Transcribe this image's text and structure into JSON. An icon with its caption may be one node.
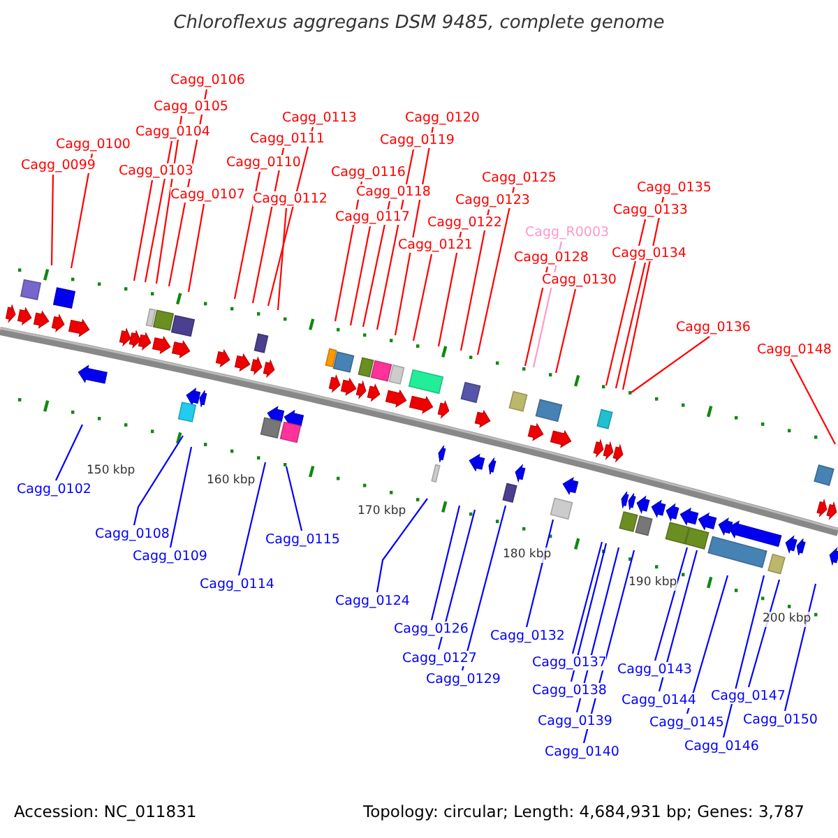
{
  "diagram": {
    "title": "Chloroflexus aggregans DSM 9485, complete genome",
    "nodes": [
      {
        "text": [
          "Cagg_0099"
        ]
      },
      {
        "text": [
          "Cagg_0100"
        ]
      },
      {
        "text": [
          "Cagg_0103"
        ]
      },
      {
        "text": [
          "Cagg_0104"
        ]
      },
      {
        "text": [
          "Cagg_0105"
        ]
      },
      {
        "text": [
          "Cagg_0106"
        ]
      },
      {
        "text": [
          "Cagg_0107"
        ]
      },
      {
        "text": [
          "Cagg_0110"
        ]
      },
      {
        "text": [
          "Cagg_0111"
        ]
      },
      {
        "text": [
          "Cagg_0112"
        ]
      },
      {
        "text": [
          "Cagg_0113"
        ]
      },
      {
        "text": [
          "Cagg_0116"
        ]
      },
      {
        "text": [
          "Cagg_0117"
        ]
      },
      {
        "text": [
          "Cagg_0118"
        ]
      },
      {
        "text": [
          "Cagg_0119"
        ]
      },
      {
        "text": [
          "Cagg_0120"
        ]
      },
      {
        "text": [
          "Cagg_0121"
        ]
      },
      {
        "text": [
          "Cagg_0122"
        ]
      },
      {
        "text": [
          "Cagg_0123"
        ]
      },
      {
        "text": [
          "Cagg_0125"
        ]
      },
      {
        "text": [
          "Cagg_R0003"
        ]
      },
      {
        "text": [
          "Cagg_0128"
        ]
      },
      {
        "text": [
          "Cagg_0130"
        ]
      },
      {
        "text": [
          "Cagg_0133"
        ]
      },
      {
        "text": [
          "Cagg_0134"
        ]
      },
      {
        "text": [
          "Cagg_0135"
        ]
      },
      {
        "text": [
          "Cagg_0136"
        ]
      },
      {
        "text": [
          "Cagg_0148"
        ]
      },
      {
        "text": [
          "Cagg_0102"
        ]
      },
      {
        "text": [
          "Cagg_0108"
        ]
      },
      {
        "text": [
          "Cagg_0109"
        ]
      },
      {
        "text": [
          "Cagg_0114"
        ]
      },
      {
        "text": [
          "Cagg_0115"
        ]
      },
      {
        "text": [
          "Cagg_0124"
        ]
      },
      {
        "text": [
          "Cagg_0126"
        ]
      },
      {
        "text": [
          "Cagg_0127"
        ]
      },
      {
        "text": [
          "Cagg_0129"
        ]
      },
      {
        "text": [
          "Cagg_0132"
        ]
      },
      {
        "text": [
          "Cagg_0137"
        ]
      },
      {
        "text": [
          "Cagg_0138"
        ]
      },
      {
        "text": [
          "Cagg_0139"
        ]
      },
      {
        "text": [
          "Cagg_0140"
        ]
      },
      {
        "text": [
          "Cagg_0143"
        ]
      },
      {
        "text": [
          "Cagg_0144"
        ]
      },
      {
        "text": [
          "Cagg_0145"
        ]
      },
      {
        "text": [
          "Cagg_0146"
        ]
      },
      {
        "text": [
          "Cagg_0147"
        ]
      },
      {
        "text": [
          "Cagg_0150"
        ]
      }
    ],
    "edges": [
      {
        "from": 0,
        "to": null,
        "arrow": "none"
      },
      {
        "from": 1,
        "to": null,
        "arrow": "none"
      },
      {
        "from": 2,
        "to": null,
        "arrow": "none"
      },
      {
        "from": 3,
        "to": null,
        "arrow": "none"
      },
      {
        "from": 4,
        "to": null,
        "arrow": "none"
      },
      {
        "from": 5,
        "to": null,
        "arrow": "none"
      },
      {
        "from": 6,
        "to": null,
        "arrow": "none"
      },
      {
        "from": 7,
        "to": null,
        "arrow": "none"
      },
      {
        "from": 8,
        "to": null,
        "arrow": "none"
      },
      {
        "from": 9,
        "to": null,
        "arrow": "none"
      },
      {
        "from": 10,
        "to": null,
        "arrow": "none"
      },
      {
        "from": 11,
        "to": null,
        "arrow": "none"
      },
      {
        "from": 12,
        "to": null,
        "arrow": "none"
      },
      {
        "from": 13,
        "to": null,
        "arrow": "none"
      },
      {
        "from": 14,
        "to": null,
        "arrow": "none"
      },
      {
        "from": 15,
        "to": null,
        "arrow": "none"
      },
      {
        "from": 16,
        "to": null,
        "arrow": "none"
      },
      {
        "from": 17,
        "to": null,
        "arrow": "none"
      },
      {
        "from": 18,
        "to": null,
        "arrow": "none"
      },
      {
        "from": 19,
        "to": null,
        "arrow": "none"
      },
      {
        "from": 20,
        "to": null,
        "arrow": "none",
        "color": "#ff99cc"
      },
      {
        "from": 21,
        "to": null,
        "arrow": "none"
      },
      {
        "from": 22,
        "to": null,
        "arrow": "none"
      },
      {
        "from": 23,
        "to": null,
        "arrow": "none"
      },
      {
        "from": 24,
        "to": null,
        "arrow": "none"
      },
      {
        "from": 25,
        "to": null,
        "arrow": "none"
      },
      {
        "from": 26,
        "to": null,
        "arrow": "none"
      },
      {
        "from": 27,
        "to": null,
        "arrow": "none"
      },
      {
        "from": 28,
        "to": null,
        "arrow": "none",
        "color": "#0000ff"
      },
      {
        "from": 29,
        "to": null,
        "arrow": "none",
        "color": "#0000ff"
      },
      {
        "from": 30,
        "to": null,
        "arrow": "none",
        "color": "#0000ff"
      },
      {
        "from": 31,
        "to": null,
        "arrow": "none",
        "color": "#0000ff"
      },
      {
        "from": 32,
        "to": null,
        "arrow": "none",
        "color": "#0000ff"
      },
      {
        "from": 33,
        "to": null,
        "arrow": "none",
        "color": "#0000ff"
      },
      {
        "from": 34,
        "to": null,
        "arrow": "none",
        "color": "#0000ff"
      },
      {
        "from": 35,
        "to": null,
        "arrow": "none",
        "color": "#0000ff"
      },
      {
        "from": 36,
        "to": null,
        "arrow": "none",
        "color": "#0000ff"
      },
      {
        "from": 37,
        "to": null,
        "arrow": "none",
        "color": "#0000ff"
      },
      {
        "from": 38,
        "to": null,
        "arrow": "none",
        "color": "#0000ff"
      },
      {
        "from": 39,
        "to": null,
        "arrow": "none",
        "color": "#0000ff"
      },
      {
        "from": 40,
        "to": null,
        "arrow": "none",
        "color": "#0000ff"
      },
      {
        "from": 41,
        "to": null,
        "arrow": "none",
        "color": "#0000ff"
      },
      {
        "from": 42,
        "to": null,
        "arrow": "none",
        "color": "#0000ff"
      },
      {
        "from": 43,
        "to": null,
        "arrow": "none",
        "color": "#0000ff"
      },
      {
        "from": 44,
        "to": null,
        "arrow": "none",
        "color": "#0000ff"
      },
      {
        "from": 45,
        "to": null,
        "arrow": "none",
        "color": "#0000ff"
      },
      {
        "from": 46,
        "to": null,
        "arrow": "none",
        "color": "#0000ff"
      },
      {
        "from": 47,
        "to": null,
        "arrow": "none",
        "color": "#0000ff"
      }
    ],
    "labels": [
      "150 kbp",
      "160 kbp",
      "170 kbp",
      "180 kbp",
      "190 kbp",
      "200 kbp",
      "Accession: NC_011831",
      "Topology: circular; Length: 4,684,931 bp; Genes: 3,787"
    ]
  }
}
